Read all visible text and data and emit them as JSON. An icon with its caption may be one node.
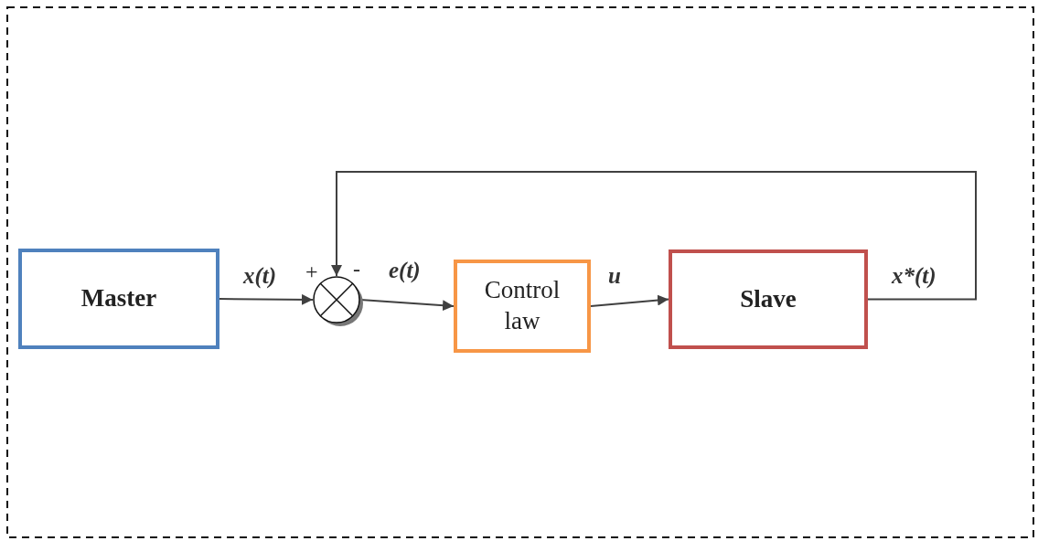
{
  "diagram": {
    "nodes": [
      {
        "text": [
          "Master"
        ]
      },
      {
        "text": [],
        "shape": "circle"
      },
      {
        "text": [
          "Control law"
        ]
      },
      {
        "text": [
          "Slave"
        ]
      }
    ],
    "edges": [
      {
        "from": 0,
        "to": 1,
        "arrow": "to",
        "label": "x(t)"
      },
      {
        "from": 1,
        "to": 2,
        "arrow": "to",
        "label": "e(t)"
      },
      {
        "from": 2,
        "to": 3,
        "arrow": "to",
        "label": "u"
      },
      {
        "from": 3,
        "to": 1,
        "arrow": "to",
        "label": "x*(t)"
      }
    ],
    "labels": [
      "+",
      "-"
    ]
  }
}
